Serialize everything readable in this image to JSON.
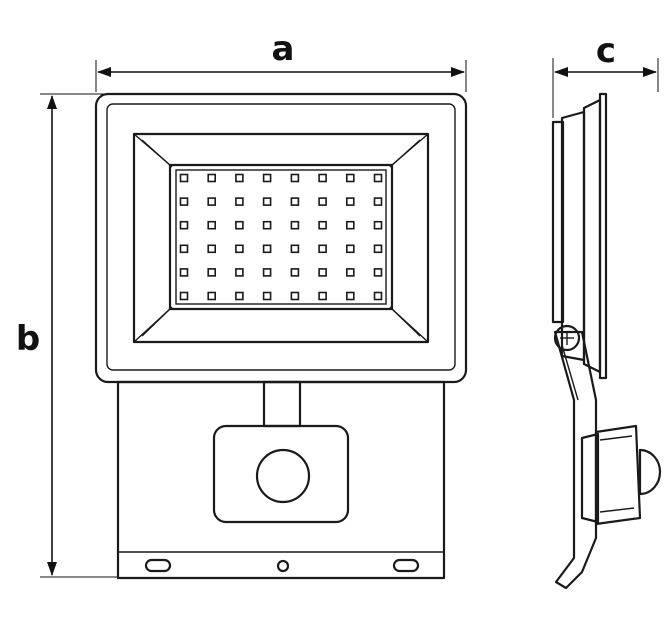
{
  "diagram": {
    "dimension_labels": {
      "width": "a",
      "height": "b",
      "depth": "c"
    },
    "led_grid": {
      "rows": 6,
      "cols": 8
    },
    "colors": {
      "stroke": "#1a1a1a",
      "background": "#ffffff",
      "led_fill": "#1a1a1a"
    }
  }
}
